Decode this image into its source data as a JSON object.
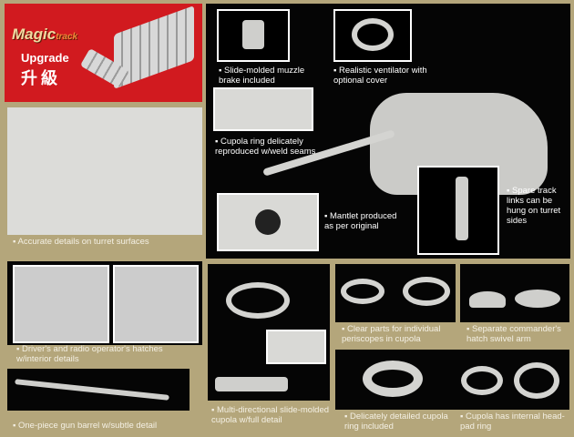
{
  "brand": {
    "logo_text": "Magic track",
    "upgrade": "Upgrade",
    "upgrade_cn": "升級"
  },
  "colors": {
    "background": "#b4a67b",
    "panel": "#050505",
    "brand_red": "#d11a1f"
  },
  "captions": {
    "muzzle": "Slide-molded muzzle brake included",
    "ventilator": "Realistic ventilator with optional cover",
    "cupola_ring": "Cupola ring delicately reproduced w/weld seams",
    "mantlet": "Mantlet produced as per original",
    "spare_track": "Spare track links can be hung on turret sides",
    "turret_surface": "Accurate details on turret surfaces",
    "hatches": "Driver's and radio operator's hatches w/interior details",
    "barrel": "One-piece gun barrel w/subtle detail",
    "cupola_full": "Multi-directional slide-molded cupola w/full detail",
    "periscopes": "Clear parts for individual periscopes in cupola",
    "swivel_arm": "Separate commander's hatch swivel arm",
    "ring_detail": "Delicately detailed cupola ring included",
    "head_pad": "Cupola has internal head-pad ring"
  }
}
